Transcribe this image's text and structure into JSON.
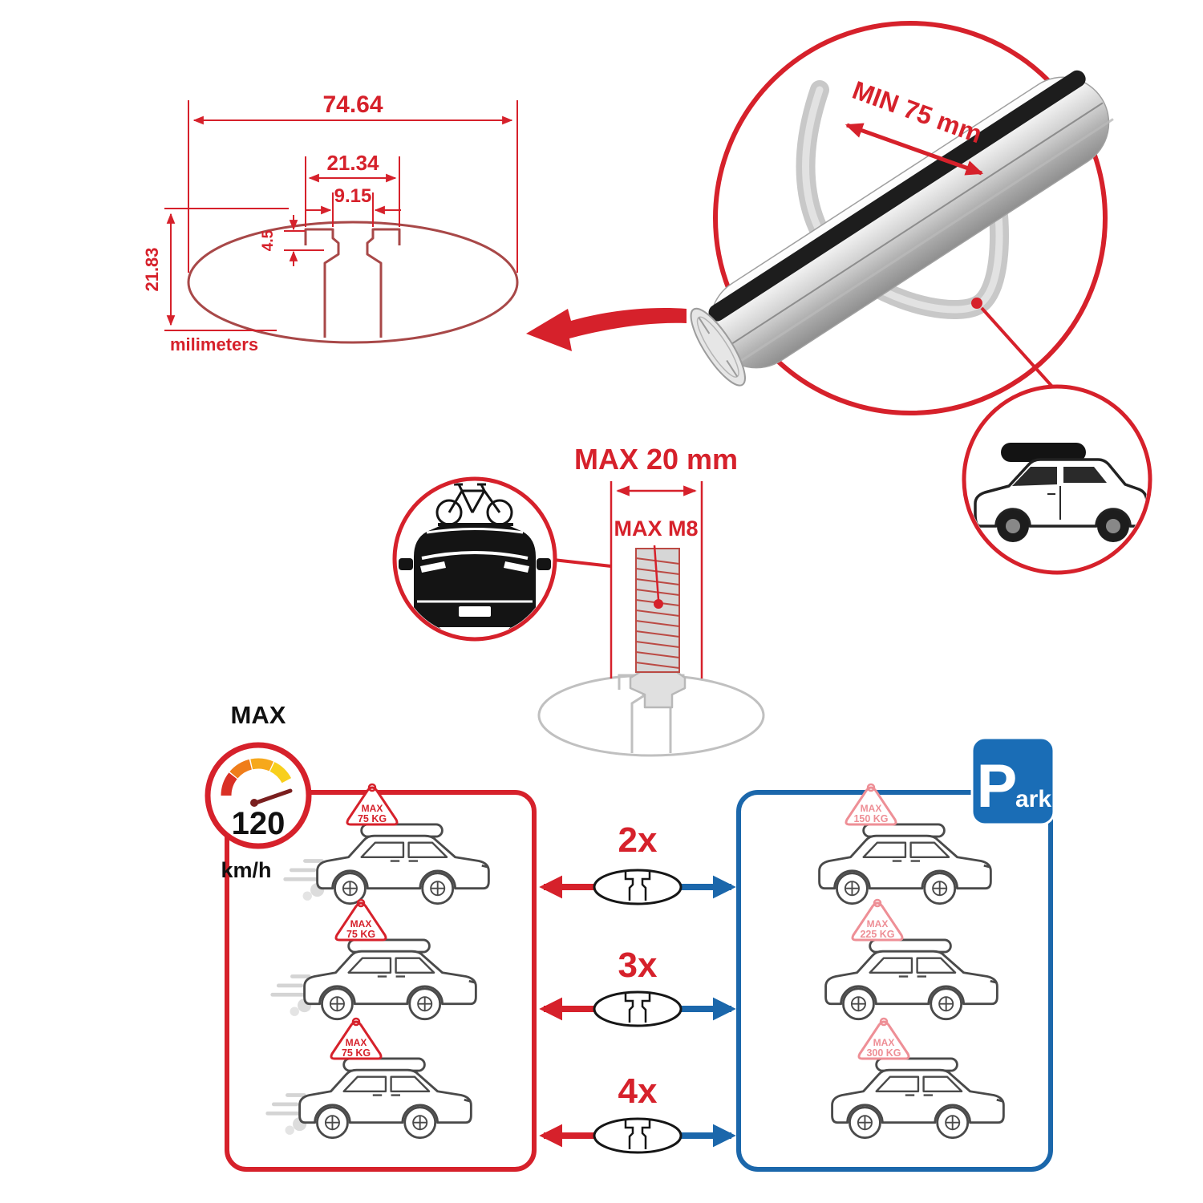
{
  "colors": {
    "red": "#d6212b",
    "dark_red": "#a84848",
    "blue": "#1b67ab",
    "parking_blue": "#1a6db6",
    "pink": "#ee8f96",
    "black": "#161616",
    "metal_gray": "#c8c8c8"
  },
  "cross_section": {
    "total_width": "74.64",
    "slot_outer_width": "21.34",
    "slot_inner_width": "9.15",
    "lip_depth": "4.5",
    "total_height": "21.83",
    "unit_label": "milimeters"
  },
  "crossbar_detail": {
    "min_span_label": "MIN 75 mm"
  },
  "mounting": {
    "max_width_label": "MAX 20 mm",
    "max_bolt_label": "MAX M8"
  },
  "speed_limit": {
    "label": "MAX",
    "value": "120",
    "unit": "km/h"
  },
  "parking_sign": {
    "letter": "P",
    "suffix": "ark"
  },
  "load_rows": [
    {
      "multiplier": "2x",
      "driving": {
        "line1": "MAX",
        "line2": "75 KG"
      },
      "parked": {
        "line1": "MAX",
        "line2": "150 KG"
      }
    },
    {
      "multiplier": "3x",
      "driving": {
        "line1": "MAX",
        "line2": "75 KG"
      },
      "parked": {
        "line1": "MAX",
        "line2": "225 KG"
      }
    },
    {
      "multiplier": "4x",
      "driving": {
        "line1": "MAX",
        "line2": "75 KG"
      },
      "parked": {
        "line1": "MAX",
        "line2": "300 KG"
      }
    }
  ]
}
